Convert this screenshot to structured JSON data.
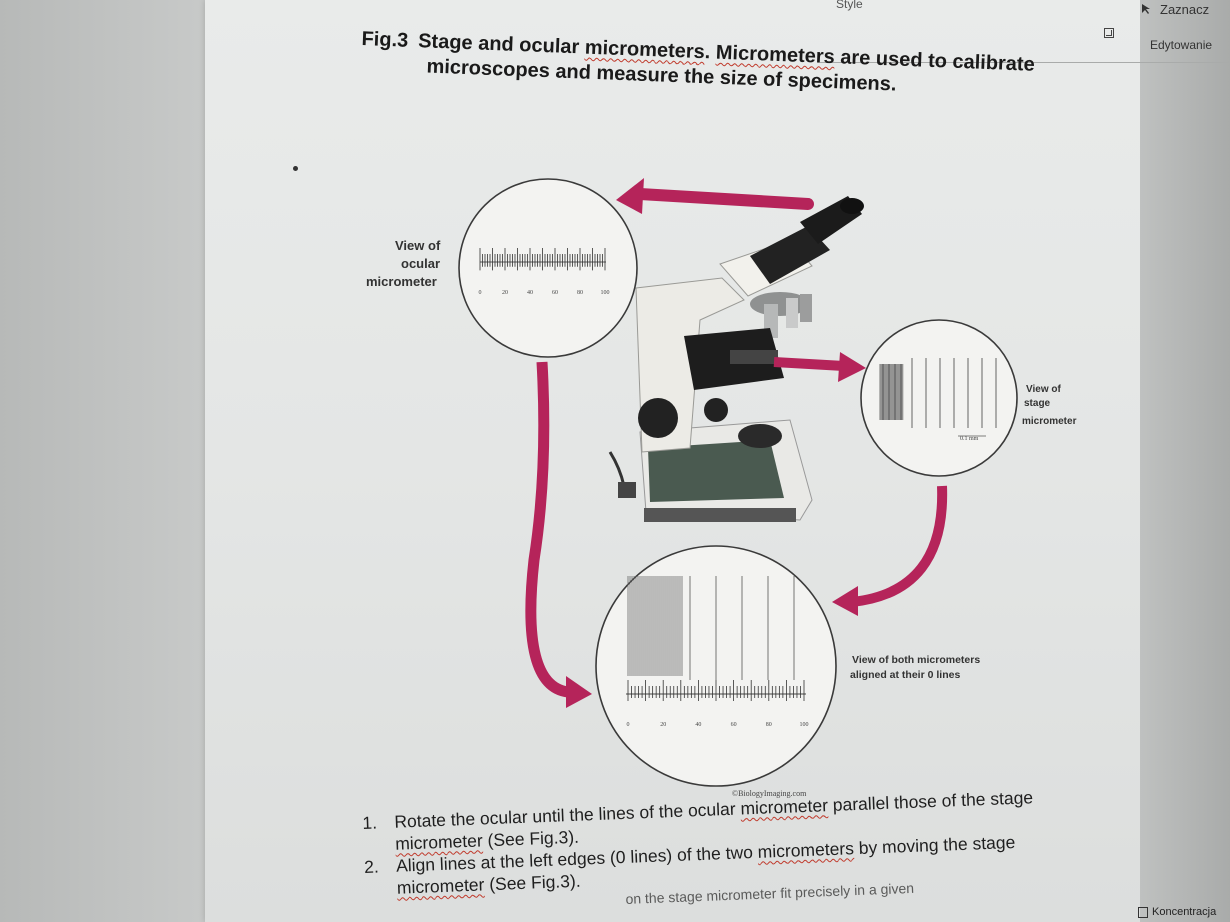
{
  "ribbon": {
    "style_label": "Style",
    "select_label": "Zaznacz",
    "editing_label": "Edytowanie",
    "focus_label": "Koncentracja"
  },
  "caption": {
    "fig_label": "Fig.3",
    "line1_plain1": "Stage and ocular ",
    "line1_sq1": "micrometers",
    "line1_plain2": ". ",
    "line1_sq2": "Micrometers",
    "line1_plain3": " are used to calibrate",
    "line2": "microscopes and measure the size of specimens."
  },
  "figure": {
    "ocular_label": [
      "View of",
      "ocular",
      "micrometer"
    ],
    "stage_label": [
      "View of",
      "stage",
      "micrometer"
    ],
    "both_label": [
      "View of both micrometers",
      "aligned at their 0 lines"
    ],
    "ocular_scale_numbers": [
      "0",
      "20",
      "40",
      "60",
      "80",
      "100"
    ],
    "stage_unit": "0.1 mm",
    "credit": "©BiologyImaging.com",
    "arrow_color": "#b5245a"
  },
  "steps": [
    {
      "num": "1.",
      "parts": [
        {
          "t": "Rotate the ocular until the lines of the ocular ",
          "sq": false
        },
        {
          "t": "micrometer",
          "sq": true
        },
        {
          "t": " parallel those of the stage ",
          "sq": false
        },
        {
          "t": "micrometer",
          "sq": true
        },
        {
          "t": " (See Fig.3).",
          "sq": false
        }
      ]
    },
    {
      "num": "2.",
      "parts": [
        {
          "t": "Align lines at the left edges (0 lines) of the two ",
          "sq": false
        },
        {
          "t": "micrometers",
          "sq": true
        },
        {
          "t": " by moving the stage ",
          "sq": false
        },
        {
          "t": "micrometer",
          "sq": true
        },
        {
          "t": " (See Fig.3).",
          "sq": false
        }
      ]
    }
  ],
  "step3_partial": "on the stage micrometer fit precisely in a given"
}
